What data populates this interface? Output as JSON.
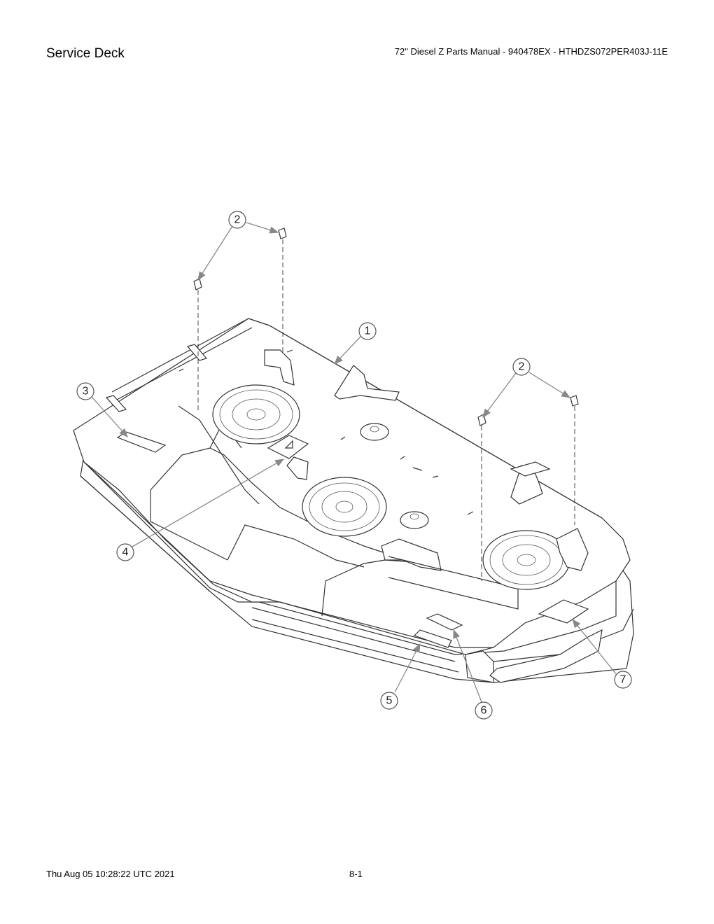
{
  "header": {
    "section_title": "Service Deck",
    "manual_title": "72\" Diesel Z Parts Manual - 940478EX - HTHDZS072PER403J-11E"
  },
  "diagram": {
    "callouts": {
      "c1": "1",
      "c2a": "2",
      "c2b": "2",
      "c3": "3",
      "c4": "4",
      "c5": "5",
      "c6": "6",
      "c7": "7"
    }
  },
  "footer": {
    "timestamp": "Thu Aug 05 10:28:22 UTC 2021",
    "page_number": "8-1"
  }
}
